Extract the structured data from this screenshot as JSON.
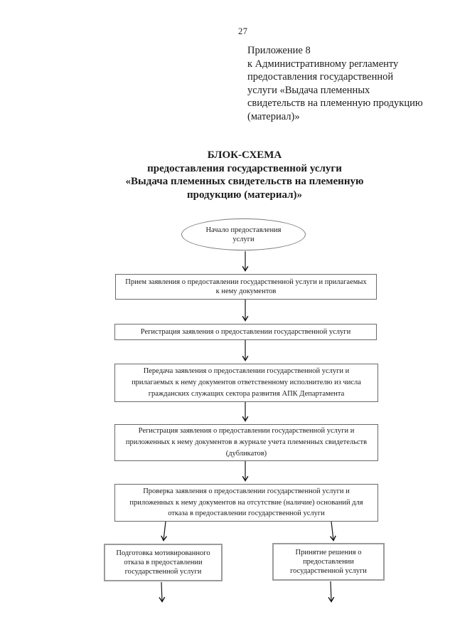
{
  "page": {
    "number": "27"
  },
  "colors": {
    "ink": "#1b1b1b",
    "box_border": "#6a6a6a",
    "branch_border": "#9b9b9b",
    "paper": "#ffffff"
  },
  "header": {
    "lines": [
      "Приложение 8",
      "к Административному регламенту",
      "предоставления государственной",
      "услуги «Выдача племенных",
      "свидетельств на племенную продукцию",
      "(материал)»"
    ]
  },
  "title": {
    "lines": [
      "БЛОК-СХЕМА",
      "предоставления государственной услуги",
      "«Выдача племенных свидетельств на племенную",
      "продукцию (материал)»"
    ]
  },
  "flowchart": {
    "start": {
      "text": "Начало предоставления услуги",
      "lines": [
        "Начало предоставления",
        "услуги"
      ]
    },
    "steps": [
      {
        "text": "Прием заявления о предоставлении государственной услуги и прилагаемых к нему документов",
        "lines": [
          "Прием заявления о предоставлении государственной услуги и прилагаемых",
          "к нему документов"
        ]
      },
      {
        "text": "Регистрация заявления о предоставлении государственной услуги",
        "lines": [
          "Регистрация заявления о предоставлении государственной услуги"
        ]
      },
      {
        "text": "Передача заявления о предоставлении государственной услуги и прилагаемых к нему документов ответственному исполнителю из числа гражданских служащих сектора развития АПК Департамента",
        "lines": [
          "Передача заявления о предоставлении государственной услуги и",
          "прилагаемых к нему документов ответственному исполнителю из числа",
          "гражданских служащих сектора развития АПК Департамента"
        ]
      },
      {
        "text": "Регистрация заявления о предоставлении государственной услуги и приложенных к нему документов в журнале учета племенных свидетельств (дубликатов)",
        "lines": [
          "Регистрация заявления о предоставлении государственной услуги и",
          "приложенных к нему документов в журнале учета племенных свидетельств",
          "(дубликатов)"
        ]
      },
      {
        "text": "Проверка заявления о предоставлении государственной услуги и приложенных к нему документов на отсутствие (наличие) оснований для отказа в предоставлении государственной услуги",
        "lines": [
          "Проверка заявления о предоставлении государственной услуги и",
          "приложенных к нему документов на отсутствие (наличие) оснований для",
          "отказа в предоставлении государственной услуги"
        ]
      }
    ],
    "branch_left": {
      "text": "Подготовка мотивированного отказа в предоставлении государственной услуги",
      "lines": [
        "Подготовка мотивированного",
        "отказа в предоставлении",
        "государственной услуги"
      ]
    },
    "branch_right": {
      "text": "Принятие решения о предоставлении государственной услуги",
      "lines": [
        "Принятие решения о",
        "предоставлении",
        "государственной услуги"
      ]
    }
  }
}
